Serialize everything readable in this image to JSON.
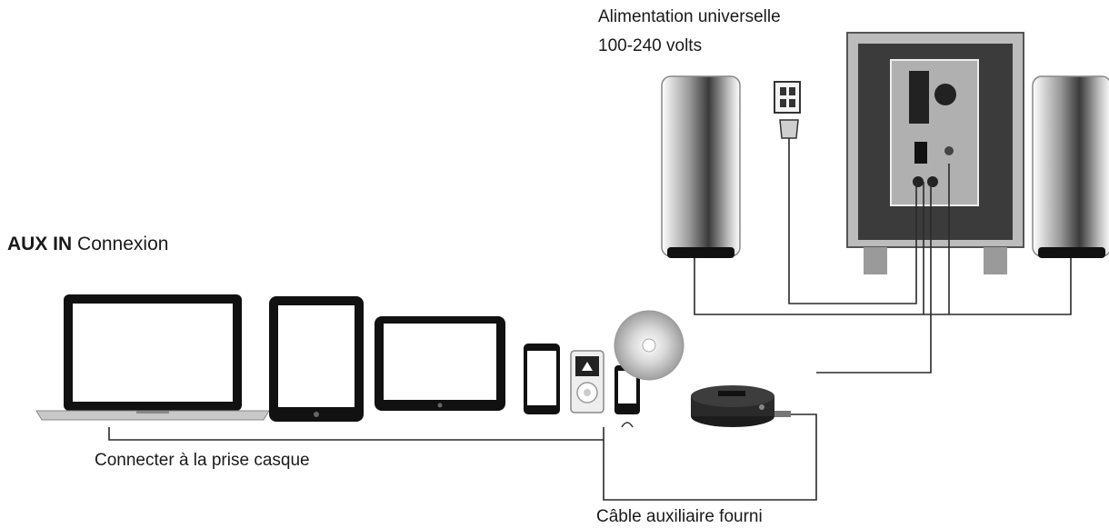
{
  "heading": {
    "prefix": "AUX IN",
    "suffix": " Connexion"
  },
  "power": {
    "line1": "Alimentation universelle",
    "line2": "100-240 volts"
  },
  "labels": {
    "headphone_jack": "Connecter à la prise casque",
    "aux_cable": "Câble auxiliaire fourni"
  },
  "colors": {
    "line": "#2a2a2a",
    "device_body": "#111111",
    "screen": "#ffffff",
    "chrome": "#c8c8c8"
  },
  "devices": [
    "laptop-icon",
    "tablet-icon",
    "tablet-landscape-icon",
    "smartphone-icon",
    "music-player-icon",
    "media-player-icon",
    "cd-icon"
  ]
}
